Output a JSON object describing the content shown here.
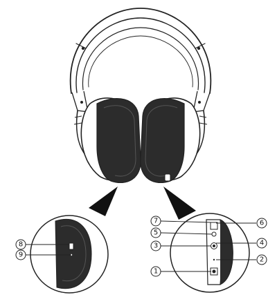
{
  "labels": {
    "1": "1",
    "2": "2",
    "3": "3",
    "4": "4",
    "5": "5",
    "6": "6",
    "7": "7",
    "8": "8",
    "9": "9"
  }
}
